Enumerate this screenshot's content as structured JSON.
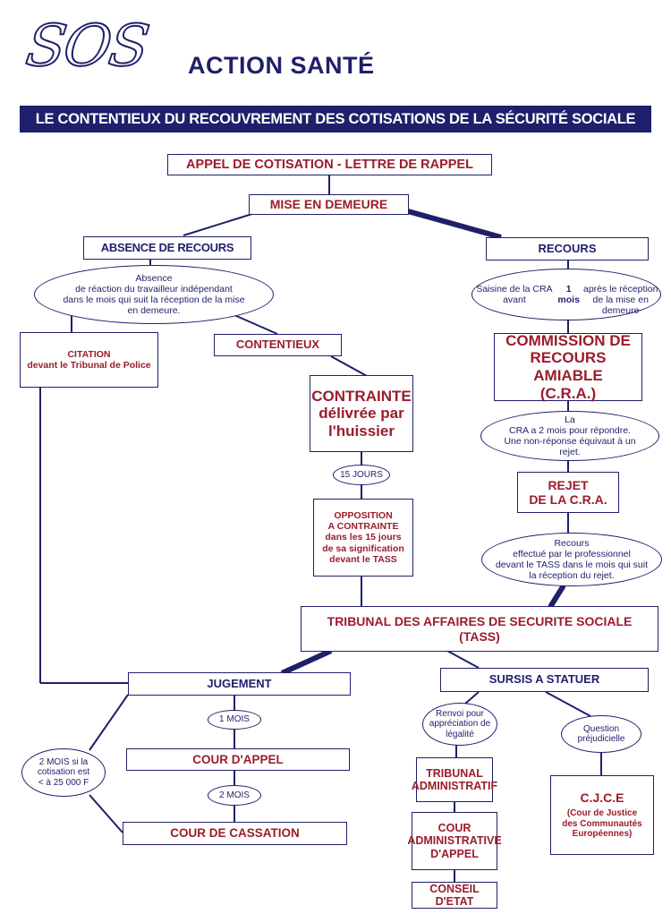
{
  "header": {
    "logo_sos": "SOS",
    "logo_text": "ACTION SANTÉ",
    "title": "LE CONTENTIEUX DU RECOUVREMENT DES COTISATIONS DE LA SÉCURITÉ SOCIALE"
  },
  "nodes": {
    "appel": "APPEL DE COTISATION - LETTRE DE RAPPEL",
    "mise": "MISE EN DEMEURE",
    "absence": "ABSENCE DE RECOURS",
    "recours": "RECOURS",
    "absence_note": "Absence\nde réaction du travailleur indépendant\ndans le mois qui suit la réception de la mise\nen demeure.",
    "saisine_a": "Saisine de la CRA avant ",
    "saisine_b": "1 mois",
    "saisine_c": "\naprès le réception\nde la mise en demeure",
    "citation": "CITATION\ndevant le Tribunal de Police",
    "contentieux": "CONTENTIEUX",
    "cra": "COMMISSION DE\nRECOURS AMIABLE\n(C.R.A.)",
    "contrainte": "CONTRAINTE\ndélivrée par\nl'huissier",
    "cra_delay": "La\nCRA a 2 mois pour répondre.\nUne non-réponse équivaut à un\nrejet.",
    "quinze": "15 JOURS",
    "rejet": "REJET\nDE LA C.R.A.",
    "opposition": "OPPOSITION\nA CONTRAINTE\ndans les 15 jours\nde sa signification\ndevant le TASS",
    "recours_note": "Recours\neffectué par le professionnel\ndevant le TASS dans le mois qui suit\nla réception du rejet.",
    "tass": "TRIBUNAL DES AFFAIRES DE SECURITE SOCIALE\n(TASS)",
    "jugement": "JUGEMENT",
    "sursis": "SURSIS A STATUER",
    "un_mois": "1 MOIS",
    "renvoi": "Renvoi pour\nappréciation de\nlégalité",
    "question": "Question\npréjudicielle",
    "deux_mois_note": "2 MOIS si la\ncotisation est\n< à 25 000 F",
    "cour_appel": "COUR D'APPEL",
    "trib_admin": "TRIBUNAL\nADMINISTRATIF",
    "cjce_a": "C.J.C.E",
    "cjce_b": "(Cour de Justice\ndes Communautés\nEuropéennes)",
    "deux_mois": "2 MOIS",
    "cour_admin": "COUR\nADMINISTRATIVE\nD'APPEL",
    "cassation": "COUR DE CASSATION",
    "conseil": "CONSEIL D'ETAT"
  },
  "colors": {
    "navy": "#1f1f6b",
    "red": "#9b1c2c"
  }
}
